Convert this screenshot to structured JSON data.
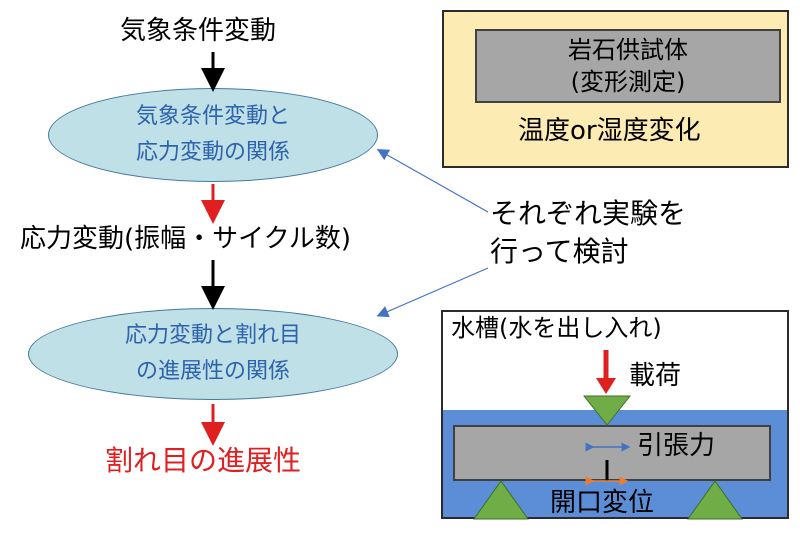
{
  "flow": {
    "top_label": "気象条件変動",
    "ellipse1": {
      "line1": "気象条件変動と",
      "line2": "応力変動の関係"
    },
    "middle_label": "応力変動(振幅・サイクル数)",
    "ellipse2": {
      "line1": "応力変動と割れ目",
      "line2": "の進展性の関係"
    },
    "bottom_label": "割れ目の進展性"
  },
  "note": {
    "line1": "それぞれ実験を",
    "line2": "行って検討"
  },
  "panel_top": {
    "specimen_line1": "岩石供試体",
    "specimen_line2": "(変形測定)",
    "caption": "温度or湿度変化"
  },
  "panel_bottom": {
    "title": "水槽(水を出し入れ)",
    "load_label": "載荷",
    "tension_label": "引張力",
    "opening_label": "開口変位"
  },
  "colors": {
    "ellipse_fill": "#bfe0e6",
    "ellipse_text": "#2d63ad",
    "red_arrow": "#e02020",
    "red_text": "#e02020",
    "panel_top_fill": "#fcebb3",
    "specimen_fill": "#a6a6a6",
    "water": "#5b8ed6",
    "triangle": "#70ad47"
  }
}
